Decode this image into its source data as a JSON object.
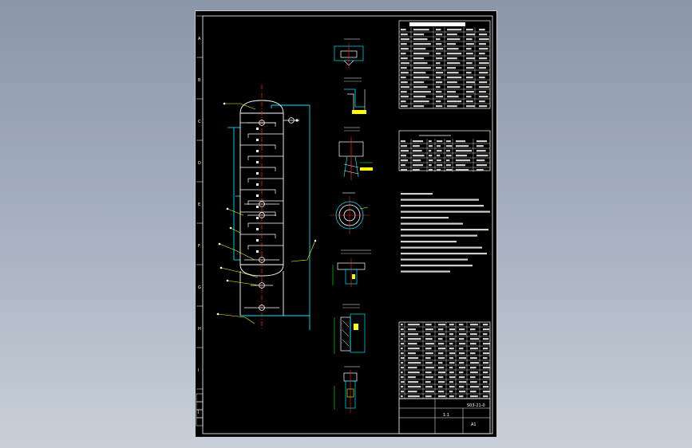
{
  "drawing": {
    "border_letters_left": [
      "A",
      "B",
      "C",
      "D",
      "E",
      "F",
      "G",
      "H",
      "I",
      "J"
    ],
    "title_block": {
      "scale_label": "1:1",
      "drawing_no": "S03-21-0",
      "sheet_note": "A1"
    },
    "colors": {
      "background": "#000000",
      "frame": "#ffffff",
      "vessel": "#ffffff",
      "centerline": "#ff2020",
      "pipe": "#00e5ff",
      "leader": "#ffff00",
      "hatch": "#00ff00",
      "node_text": "#ffffff"
    }
  }
}
